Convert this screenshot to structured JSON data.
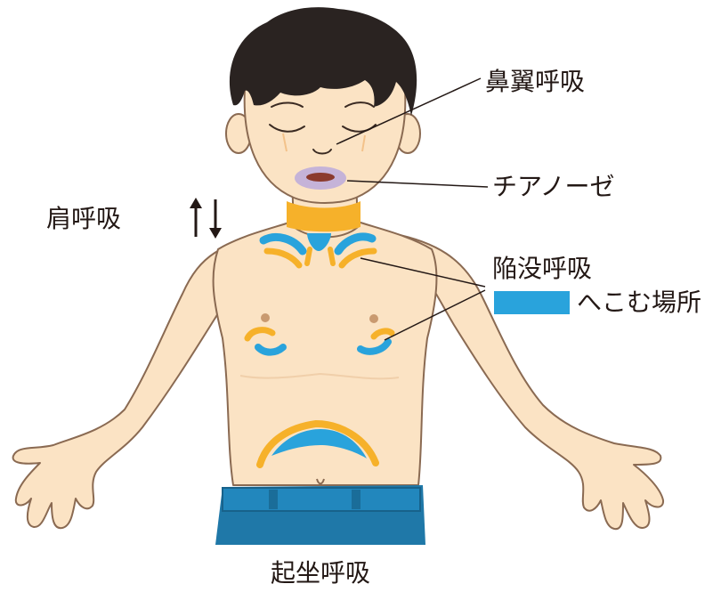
{
  "labels": {
    "nasal": "鼻翼呼吸",
    "cyanosis": "チアノーゼ",
    "shoulder": "肩呼吸",
    "retraction": "陥没呼吸",
    "legend": "へこむ場所",
    "orthopnea": "起坐呼吸"
  },
  "colors": {
    "skin": "#fbe3c4",
    "skin_line": "#8a6a52",
    "hair": "#2a2321",
    "pants": "#1f78a8",
    "retraction_blue": "#29a3dc",
    "accessory_orange": "#f6b12a",
    "lip_purple": "#c5b3d8",
    "text": "#231815"
  }
}
